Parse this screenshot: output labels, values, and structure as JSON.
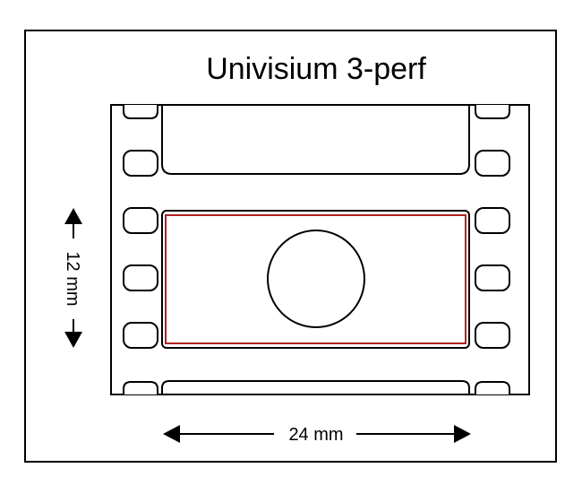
{
  "title": "Univisium 3-perf",
  "width_label": "24 mm",
  "height_label": "12 mm",
  "colors": {
    "frame_outline": "#b22222",
    "line": "#000000",
    "background": "#ffffff"
  }
}
